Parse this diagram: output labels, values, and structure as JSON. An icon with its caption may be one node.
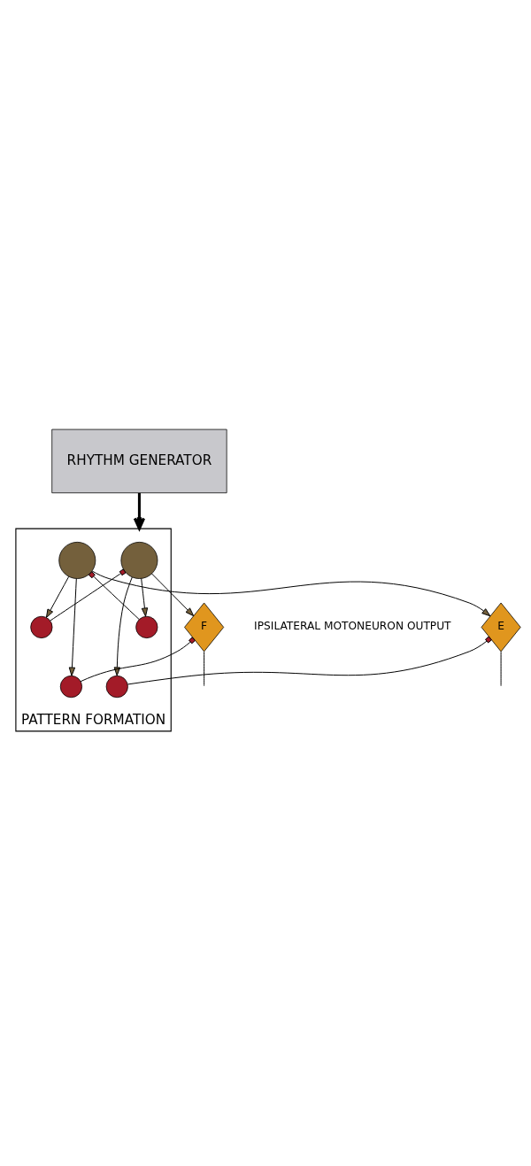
{
  "diagram": {
    "nodes": [
      {
        "text": [
          "RHYTHM GENERATOR"
        ]
      },
      {
        "text": [
          "PATTERN FORMATION"
        ]
      },
      {
        "text": [],
        "shape": "circle",
        "in": 1
      },
      {
        "text": [],
        "shape": "circle",
        "in": 1
      },
      {
        "text": [],
        "shape": "circle",
        "in": 1
      },
      {
        "text": [],
        "shape": "circle",
        "in": 1
      },
      {
        "text": [],
        "shape": "circle",
        "in": 1
      },
      {
        "text": [],
        "shape": "circle",
        "in": 1
      },
      {
        "text": [
          "F"
        ]
      },
      {
        "text": [
          "E"
        ]
      }
    ],
    "edges": [
      {
        "from": 0,
        "to": 1,
        "arrow": "to",
        "style": "thick"
      },
      {
        "from": 2,
        "to": 4,
        "arrow": "to"
      },
      {
        "from": 2,
        "to": 6,
        "arrow": "to"
      },
      {
        "from": 2,
        "to": 8,
        "arrow": "to"
      },
      {
        "from": 3,
        "to": 5,
        "arrow": "to"
      },
      {
        "from": 3,
        "to": 7,
        "arrow": "to"
      },
      {
        "from": 3,
        "to": 9,
        "arrow": "to"
      },
      {
        "from": 4,
        "to": 3,
        "arrow": "other"
      },
      {
        "from": 5,
        "to": 2,
        "arrow": "other"
      },
      {
        "from": 6,
        "to": 9,
        "arrow": "other"
      },
      {
        "from": 7,
        "to": 8,
        "arrow": "other"
      },
      {
        "from": 8,
        "to": null,
        "arrow": "none"
      },
      {
        "from": 9,
        "to": null,
        "arrow": "none"
      }
    ],
    "labels": [
      "IPSILATERAL MOTONEURON OUTPUT"
    ]
  }
}
